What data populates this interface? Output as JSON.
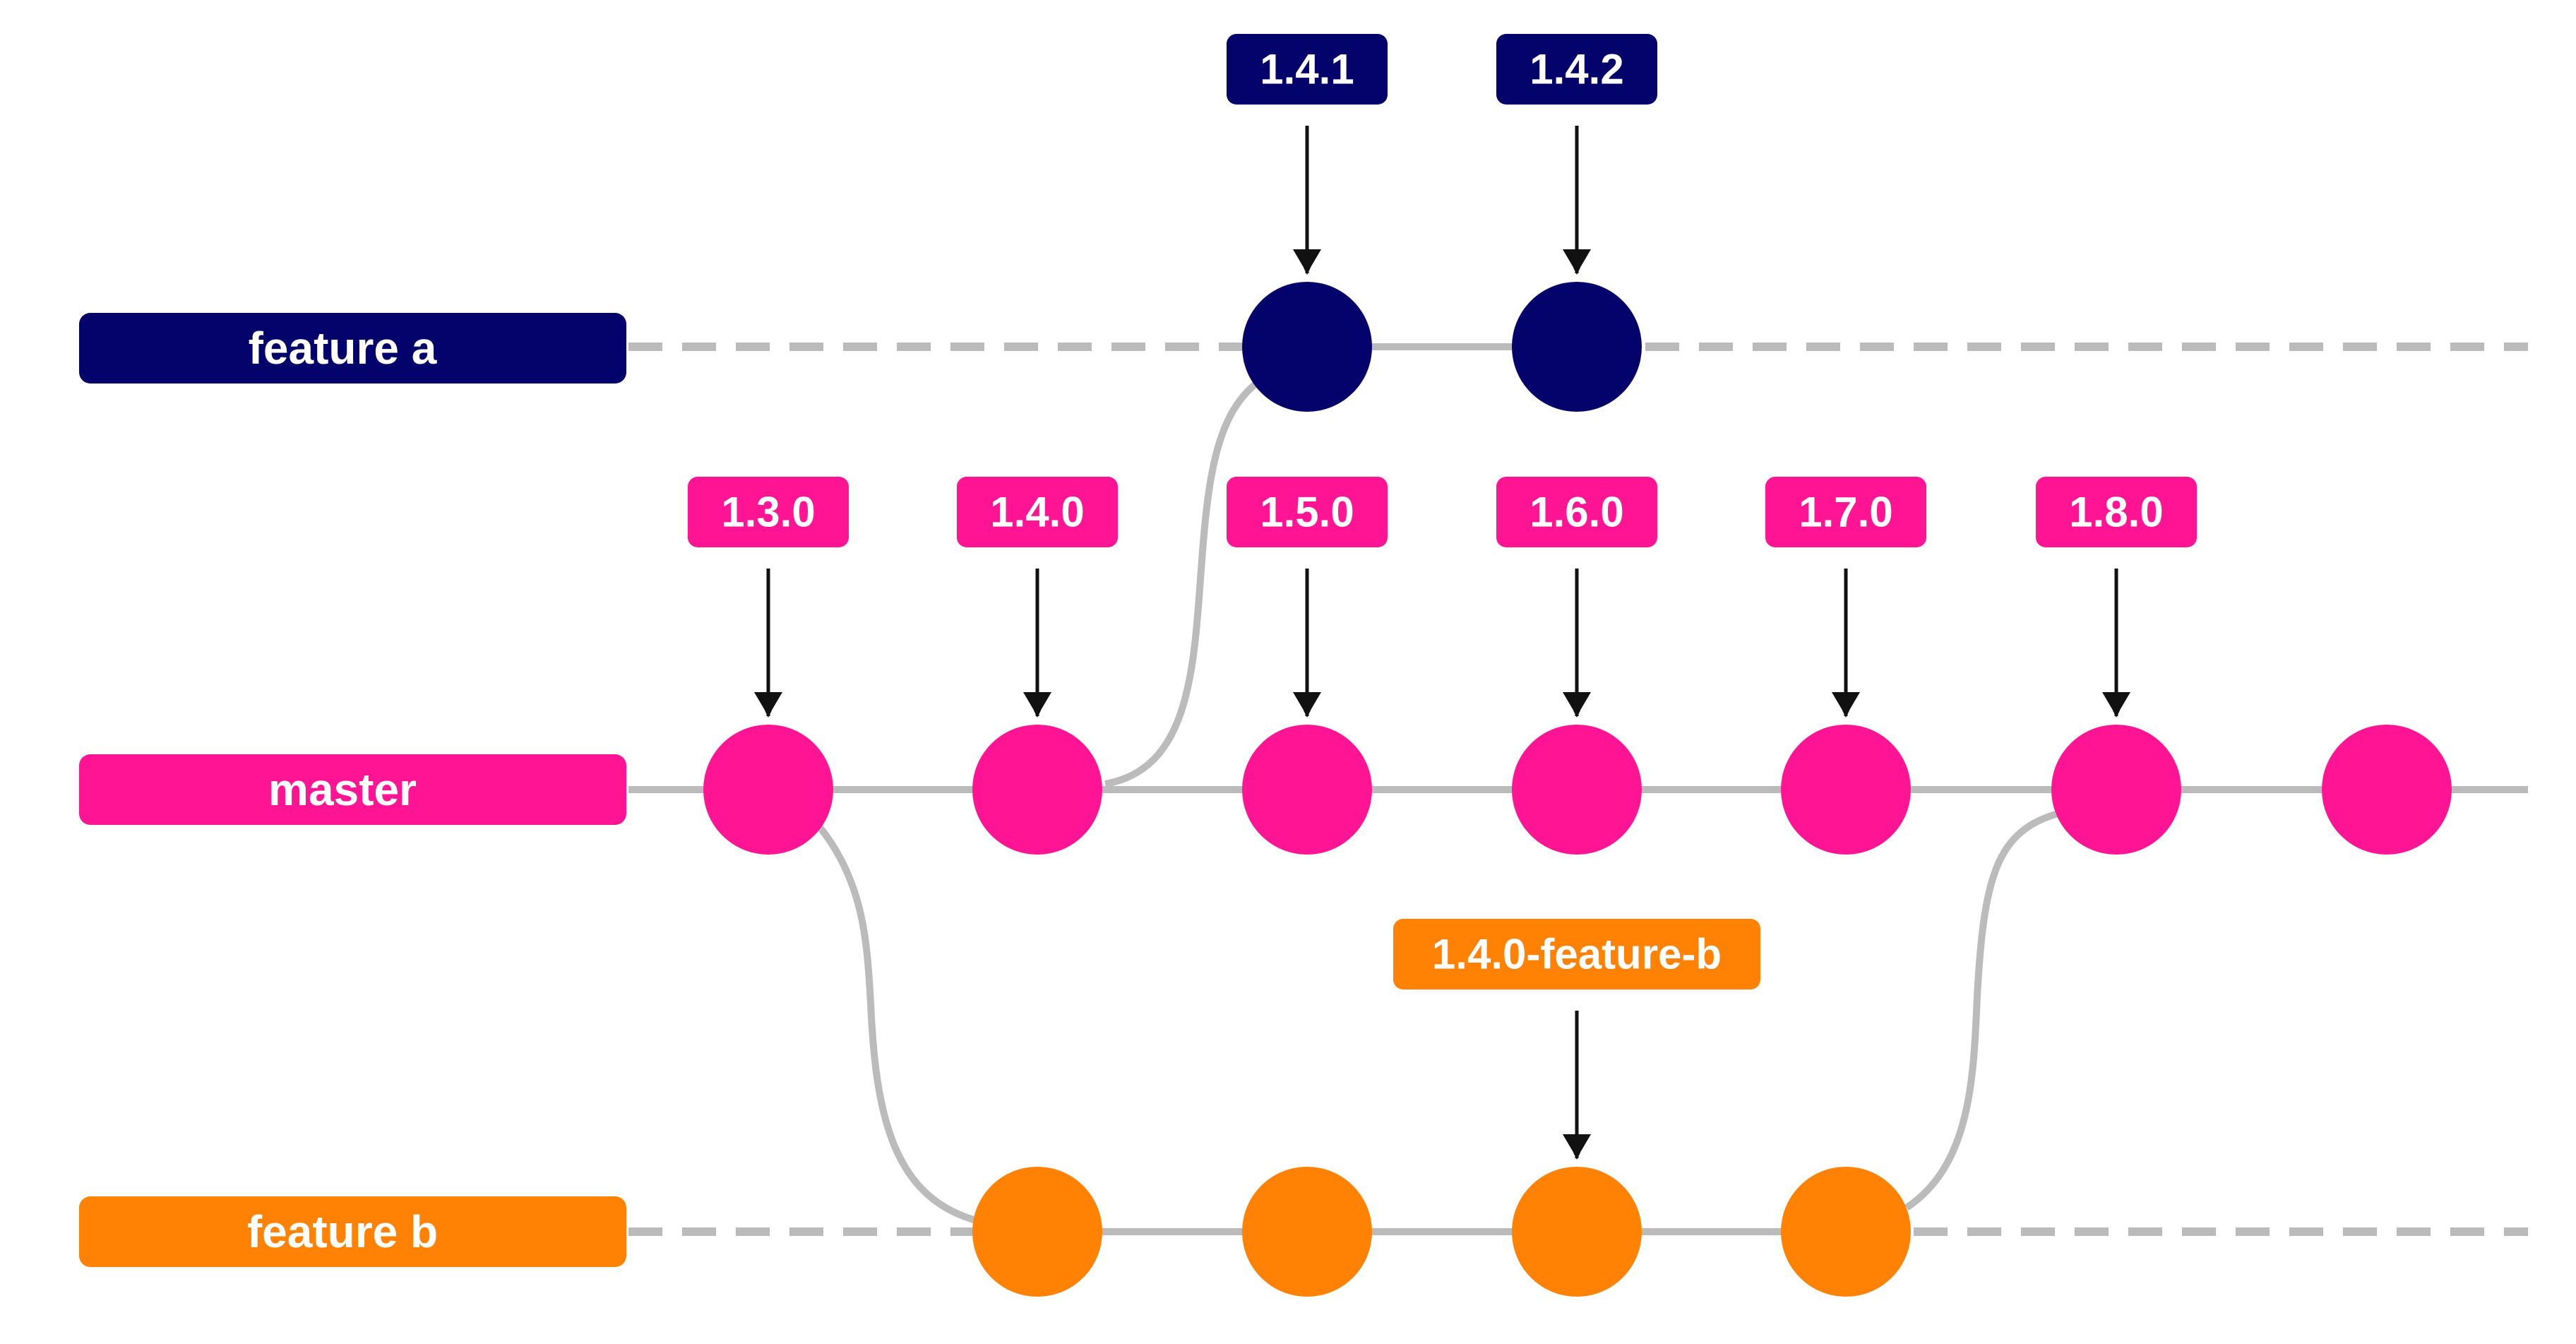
{
  "colors": {
    "navy": "#03036b",
    "pink": "#ff1493",
    "orange": "#ff8205",
    "connector": "#bbbbbb",
    "arrow": "#111111",
    "text": "#ffffff"
  },
  "branches": {
    "feature_a": "feature a",
    "master": "master",
    "feature_b": "feature b"
  },
  "tags": {
    "feature_a": [
      "1.4.1",
      "1.4.2"
    ],
    "master": [
      "1.3.0",
      "1.4.0",
      "1.5.0",
      "1.6.0",
      "1.7.0",
      "1.8.0"
    ],
    "feature_b": [
      "1.4.0-feature-b"
    ]
  },
  "commit_counts": {
    "feature_a": 2,
    "master": 7,
    "feature_b": 4
  }
}
